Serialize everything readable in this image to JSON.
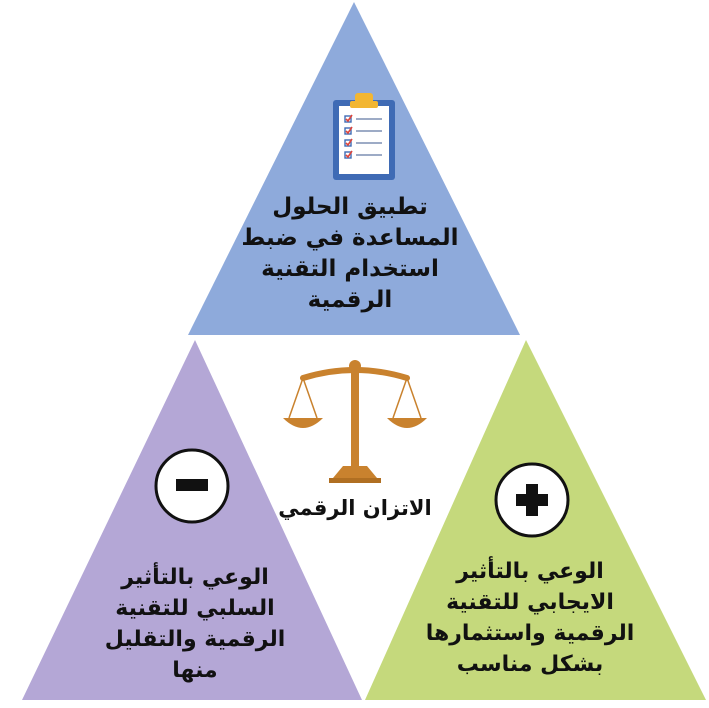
{
  "top": {
    "lines": [
      "تطبيق الحلول",
      "المساعدة في ضبط",
      "استخدام التقنية",
      "الرقمية"
    ],
    "color": "#8eaadb"
  },
  "left": {
    "lines": [
      "الوعي بالتأثير",
      "السلبي للتقنية",
      "الرقمية والتقليل",
      "منها"
    ],
    "color": "#b4a7d6",
    "symbol": "−"
  },
  "right": {
    "lines": [
      "الوعي بالتأثير",
      "الايجابي للتقنية",
      "الرقمية واستثمارها",
      "بشكل مناسب"
    ],
    "color": "#c5d97c",
    "symbol": "+"
  },
  "center": {
    "label": "الاتزان الرقمي",
    "icon": "balance-scale-icon",
    "scale_color": "#c9822e"
  },
  "top_icon": "clipboard-checklist-icon"
}
